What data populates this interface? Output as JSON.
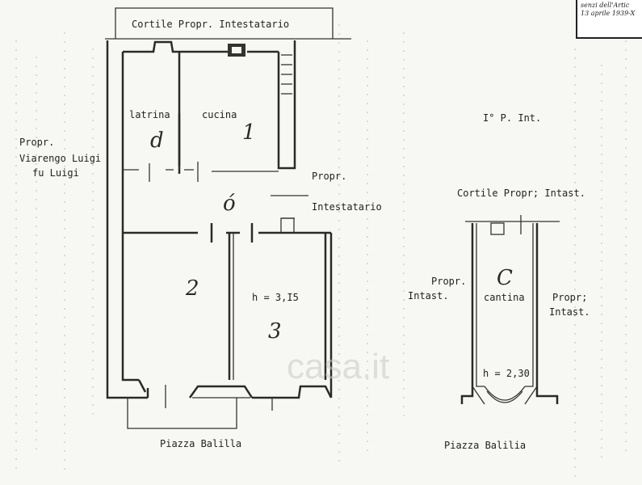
{
  "stamp": {
    "line1": "senzi dell'Artic",
    "line2": "13 aprile 1939-X"
  },
  "ground_floor": {
    "top_label": "Cortile  Propr. Intestatario",
    "left_neighbor": [
      "Propr.",
      "Viarengo Luigi",
      "fu Luigi"
    ],
    "right_neighbor": [
      "Propr.",
      "Intestatario"
    ],
    "rooms": {
      "latrina": "latrina",
      "cucina": "cucina",
      "mark_d": "d",
      "mark_1": "1",
      "mark_hall": "ó",
      "mark_2": "2",
      "mark_3": "3",
      "height": "h = 3,I5"
    },
    "street": "Piazza  Balilla"
  },
  "basement": {
    "level_label": "I° P. Int.",
    "top_label": "Cortile Propr; Intast.",
    "left_neighbor": [
      "Propr.",
      "Intast."
    ],
    "right_neighbor": [
      "Propr;",
      "Intast."
    ],
    "mark_c": "C",
    "room": "cantina",
    "height": "h = 2,30",
    "street": "Piazza Balilia"
  },
  "watermark": "casa.it"
}
